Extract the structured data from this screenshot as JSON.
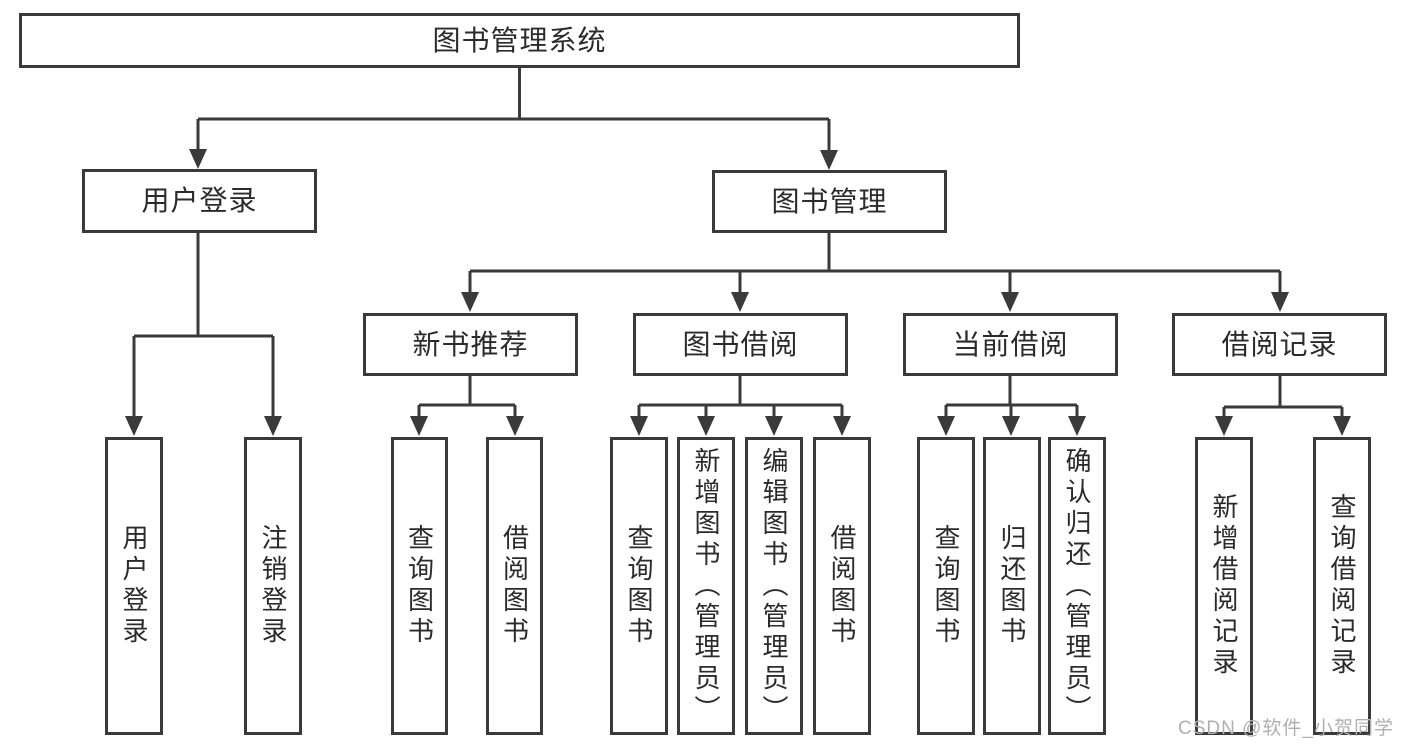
{
  "diagram": {
    "tree": {
      "label": "图书管理系统",
      "children": [
        {
          "label": "用户登录",
          "children": [
            {
              "label": "用户登录"
            },
            {
              "label": "注销登录"
            }
          ]
        },
        {
          "label": "图书管理",
          "children": [
            {
              "label": "新书推荐",
              "children": [
                {
                  "label": "查询图书"
                },
                {
                  "label": "借阅图书"
                }
              ]
            },
            {
              "label": "图书借阅",
              "children": [
                {
                  "label": "查询图书"
                },
                {
                  "label": "新增图书（管理员）"
                },
                {
                  "label": "编辑图书（管理员）"
                },
                {
                  "label": "借阅图书"
                }
              ]
            },
            {
              "label": "当前借阅",
              "children": [
                {
                  "label": "查询图书"
                },
                {
                  "label": "归还图书"
                },
                {
                  "label": "确认归还（管理员）"
                }
              ]
            },
            {
              "label": "借阅记录",
              "children": [
                {
                  "label": "新增借阅记录"
                },
                {
                  "label": "查询借阅记录"
                }
              ]
            }
          ]
        }
      ]
    },
    "colors": {
      "line": "#3a3a3a",
      "box_border": "#3a3a3a",
      "text": "#2b2b2b",
      "background": "#ffffff",
      "watermark": "#b0b0b0"
    }
  },
  "watermark": {
    "text": "CSDN @软件_小贺同学"
  }
}
